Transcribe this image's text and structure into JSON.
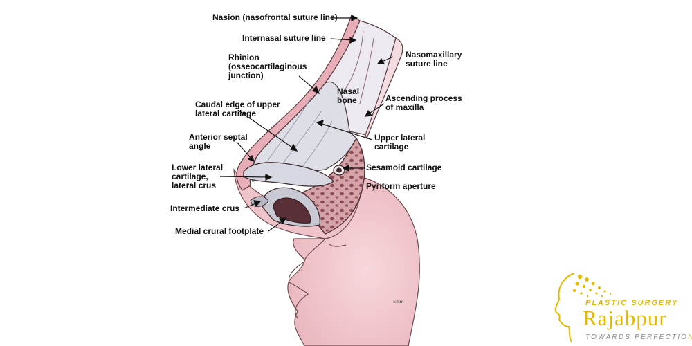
{
  "labels": {
    "nasion": [
      "Nasion (nasofrontal suture line)"
    ],
    "internasal": [
      "Internasal suture line"
    ],
    "rhinion": [
      "Rhinion",
      "(osseocartilaginous",
      "junction)"
    ],
    "caudal_edge": [
      "Caudal edge of upper",
      "lateral cartilage"
    ],
    "anterior_septal": [
      "Anterior septal",
      "angle"
    ],
    "lower_lateral": [
      "Lower lateral",
      "cartilage,",
      "lateral crus"
    ],
    "intermediate": [
      "Intermediate crus"
    ],
    "medial_crural": [
      "Medial crural footplate"
    ],
    "nasomaxillary": [
      "Nasomaxillary",
      "suture line"
    ],
    "nasal_bone": [
      "Nasal",
      "bone"
    ],
    "ascending": [
      "Ascending process",
      "of maxilla"
    ],
    "upper_lateral": [
      "Upper lateral",
      "cartilage"
    ],
    "sesamoid": [
      "Sesamoid cartilage"
    ],
    "pyriform": [
      "Pyriform aperture"
    ]
  },
  "logo": {
    "tagline_top": "PLASTIC SURGERY",
    "name": "Rajabpur",
    "tagline_bottom_1": "TOWARDS PERFECTIO",
    "tagline_bottom_2": "N",
    "icon": "head-profile-icon"
  },
  "signature": "Emm",
  "colors": {
    "skin_pink": "#f2c9cf",
    "bone_pink": "#d9a3ab",
    "cartilage": "#e4e4ea",
    "logo_gold": "#e6b800",
    "ink": "#111111"
  }
}
